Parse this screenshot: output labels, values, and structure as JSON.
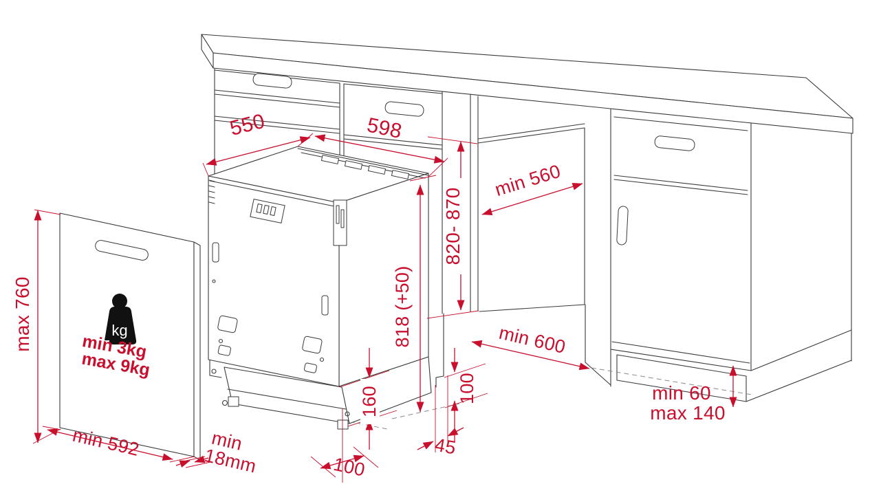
{
  "colors": {
    "dimension": "#c8102e",
    "line": "#3a3a3a",
    "background": "#ffffff",
    "icon": "#111111"
  },
  "dimensions": {
    "appliance_depth": "550",
    "appliance_width": "598",
    "niche_depth": "min 560",
    "niche_height": "820- 870",
    "appliance_height": "818 (+50)",
    "base_recess_height": "160",
    "service_space_height": "100",
    "service_space_offset": "45",
    "front_clearance": "100",
    "door_swing_clearance": "min 600",
    "plinth_min": "min 60",
    "plinth_max": "max 140",
    "panel_height": "max 760",
    "panel_width": "min 592",
    "panel_thickness_label": "min",
    "panel_thickness_value": "18mm"
  },
  "door_panel": {
    "weight_unit": "kg",
    "weight_min": "min 3kg",
    "weight_max": "max 9kg"
  }
}
